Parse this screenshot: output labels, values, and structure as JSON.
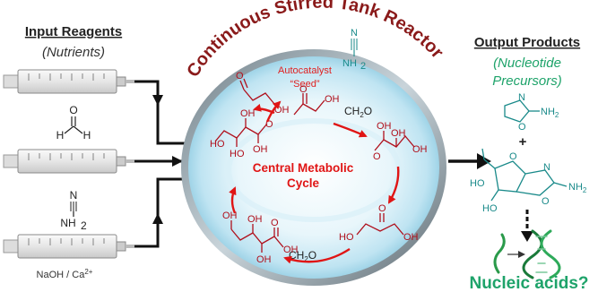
{
  "left": {
    "header": "Input Reagents",
    "subheader": "(Nutrients)",
    "formaldehyde_h1": "H",
    "formaldehyde_h2": "H",
    "formaldehyde_o": "O",
    "cyanamide_n": "N",
    "cyanamide_nh2": "NH",
    "cyanamide_sub": "2",
    "base_label": "NaOH / Ca",
    "base_sup": "2+"
  },
  "reactor": {
    "title": "Continuous Stirred Tank Reactor",
    "autocatalyst": "Autocatalyst",
    "seed": "“Seed”",
    "cycle_line1": "Central Metabolic",
    "cycle_line2": "Cycle",
    "ch2o_top": "CH",
    "ch2o_top_sub": "2",
    "ch2o_top_o": "O",
    "ch2o_bottom": "CH",
    "ch2o_bottom_sub": "2",
    "ch2o_bottom_o": "O",
    "cyanamide_n": "N",
    "cyanamide_nh2": "NH",
    "cyanamide_sub": "2"
  },
  "right": {
    "header": "Output Products",
    "sub1": "(Nucleotide",
    "sub2": "Precursors)",
    "nh2_a": "NH",
    "nh2_a_sub": "2",
    "plus": "+",
    "nh2_b": "NH",
    "nh2_b_sub": "2",
    "question": "Nucleic acids?"
  },
  "colors": {
    "reactor_title": "#8a1a1a",
    "cycle_red": "#e01515",
    "green": "#1ea36a",
    "teal": "#1a8a8a"
  }
}
